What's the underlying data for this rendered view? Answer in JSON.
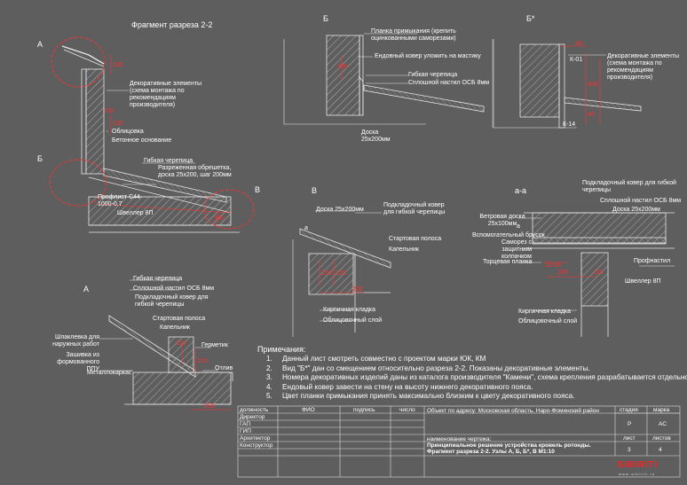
{
  "headings": {
    "fragment": "Фрагмент разреза 2-2",
    "b": "Б",
    "b_star": "Б*",
    "v": "В",
    "a_a": "а-а",
    "a": "А"
  },
  "markers": {
    "a": "А",
    "b": "Б",
    "v": "В"
  },
  "section22": {
    "decor": "Декоративные элементы (схема монтажа по рекомендациям производителя)",
    "cladding": "Облицовка",
    "concrete": "Бетонное основание",
    "tile": "Гибкая черепица",
    "lathing": "Разреженная обрешетка, доска 25х200, шаг 200мм",
    "profile": "Профлист С44-1000-0.7",
    "channel": "Швеллер 8П"
  },
  "node_b": {
    "strip": "Планка примыкания (крепить оцинкованными саморезами)",
    "carpet": "Ендовный ковер уложить на мастику",
    "tile": "Гибкая черепица",
    "osb": "Сплошной настил ОСБ 8мм",
    "board": "Доска 25х200мм"
  },
  "node_b_star": {
    "decor": "Декоративные элементы (схема монтажа по рекомендациям производителя)",
    "k01": "К-01",
    "k14": "К-14"
  },
  "node_v": {
    "board": "Доска 25х200мм",
    "underlay": "Подкладочный ковер для гибкой черепицы",
    "a": "а",
    "starter": "Стартовая полоса",
    "drip": "Капельник",
    "brick": "Кирпичная кладка",
    "facing": "Облицовочный слой"
  },
  "node_aa": {
    "underlay": "Подкладочный ковер для гибкой черепицы",
    "osb": "Сплошной настил ОСБ 8мм",
    "board": "Доска 25х200мм",
    "wind": "Ветровая доска 25х100мм",
    "aux": "Вспомогательный брусок",
    "screw": "Саморез с защитным колпачком",
    "end": "Торцевая планка",
    "profile": "Профнастил",
    "channel": "Швеллер 8П",
    "brick": "Кирпичная кладка",
    "facing": "Облицовочный слой",
    "a": "а"
  },
  "node_a": {
    "tile": "Гибкая черепица",
    "osb": "Сплошной настил ОСБ 8мм",
    "underlay": "Подкладочный ковер для гибкой черепицы",
    "starter": "Стартовая полоса",
    "drip": "Капельник",
    "putty": "Шпаклевка для наружных работ",
    "hem": "Зашивка из формованного ППУ",
    "frame": "Металлокаркас",
    "sealant": "Герметик",
    "flashing": "Отлив"
  },
  "dims": {
    "s1": "120",
    "s2": "120",
    "s3": "120",
    "s4": "300",
    "b1": "300",
    "bs1": "40",
    "bs2": "400",
    "bs3": "40",
    "v1": "120",
    "v2": "120",
    "v3": "200",
    "aa1": "20-30",
    "aa2": "200",
    "aa3": "120",
    "a1": "110",
    "a2": "120",
    "a3": "250"
  },
  "notes": {
    "title": "Примечания:",
    "items": [
      "Данный лист смотреть совместно с проектом марки ЮК, КМ",
      "Вид \"Б*\" дан со смещением относительно разреза 2-2. Показаны декоративные элементы.",
      "Номера декоративных изделий даны из каталога производителя \"Камени\", схема крепления разрабатывается отдельно.",
      "Ендовый ковер завести на стену на высоту нижнего декоративного пояса.",
      "Цвет планки примыкания принять максимально близким к цвету декоративного пояса."
    ]
  },
  "stamp": {
    "headers": {
      "position": "должность",
      "name": "ФИО",
      "signature": "подпись",
      "date": "число"
    },
    "roles": [
      "Директор",
      "ГАП",
      "ГИП",
      "Архитектор",
      "Конструктор"
    ],
    "object": "Объект по адресу: Московская область, Наро-Фоминский район",
    "drawing_caption": "наименование чертежа:",
    "drawing_name_1": "Принципиальное решение устройства кровель ротонды.",
    "drawing_name_2": "Фрагмент разреза 2-2. Узлы А, Б, Б*, В М1:10",
    "stage_label": "стадия",
    "mark_label": "марка",
    "stage": "Р",
    "mark": "АС",
    "sheet_label": "лист",
    "sheets_label": "листов",
    "sheet": "3",
    "sheets": "4",
    "logo": "SIBIRITI",
    "website": "w w w . s i b i r i t i . r u"
  }
}
